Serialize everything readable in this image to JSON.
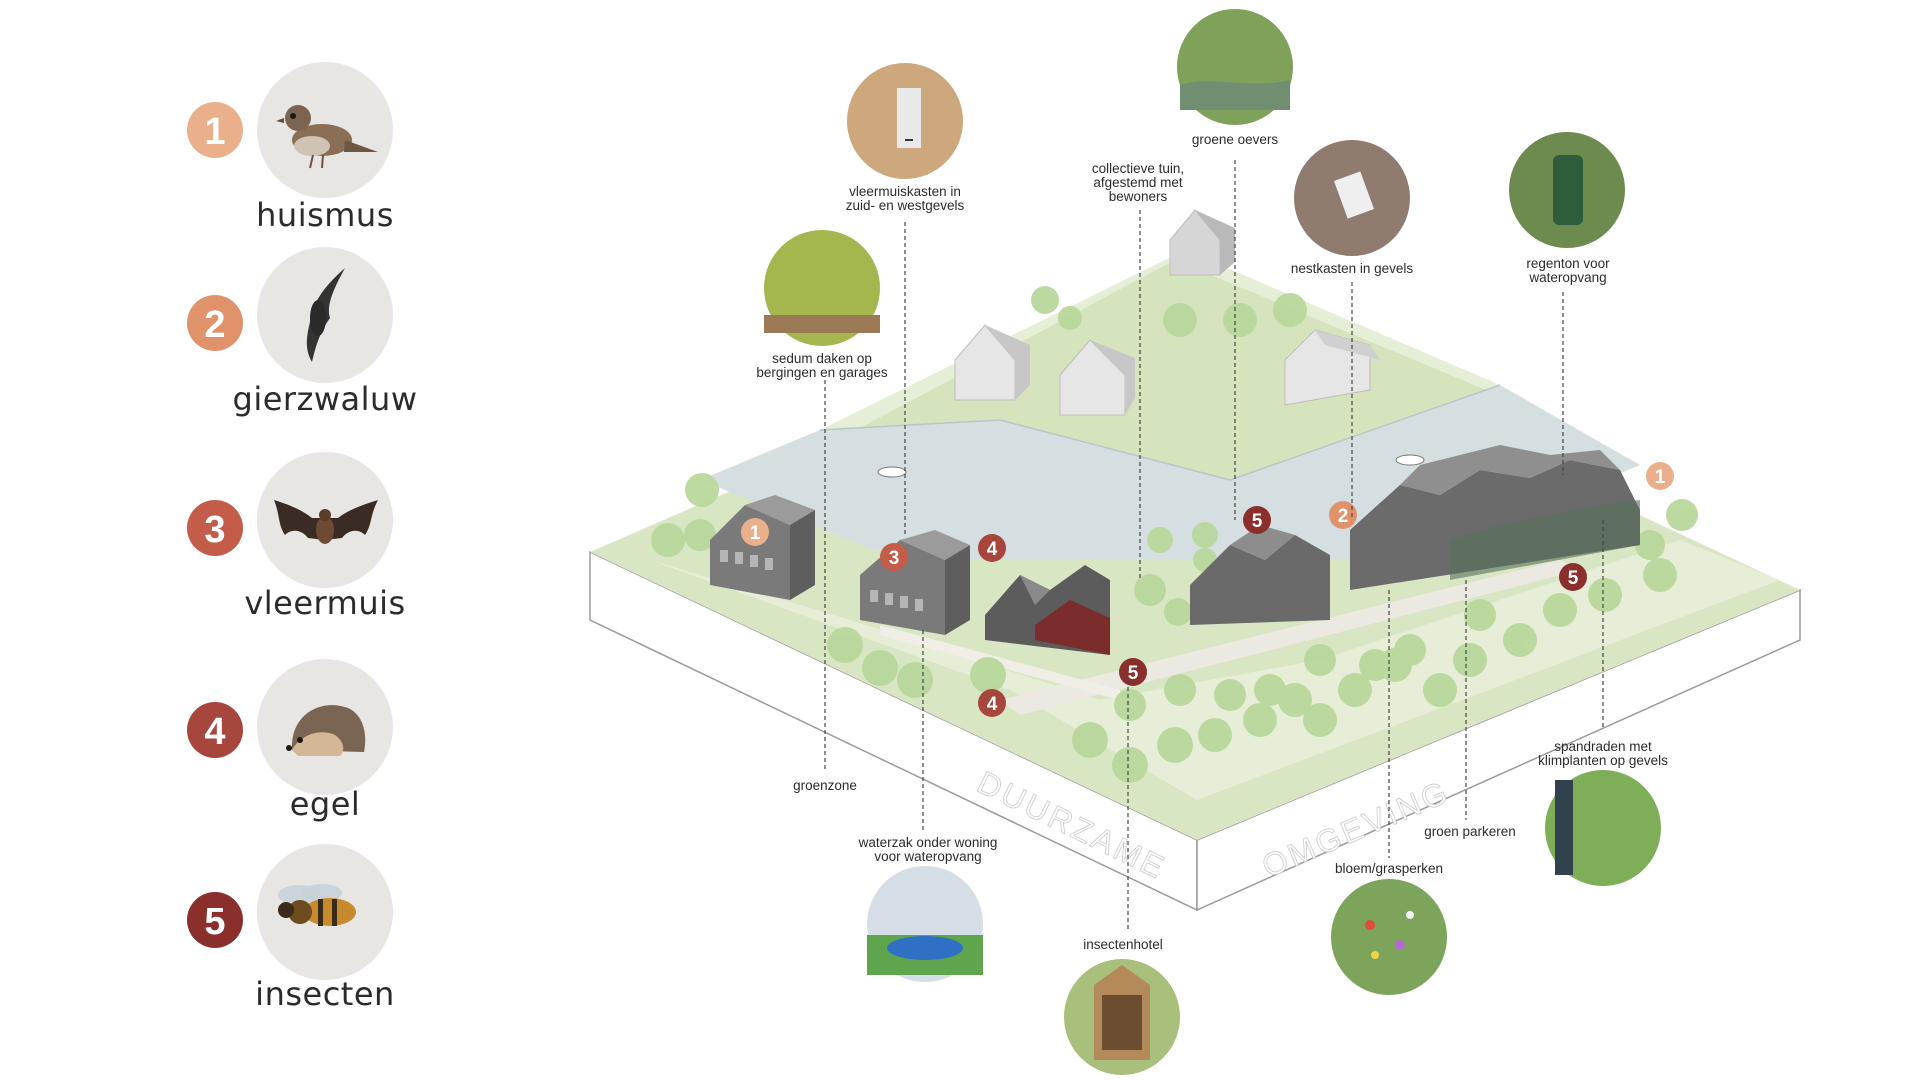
{
  "legend": [
    {
      "number": "1",
      "label": "huismus",
      "icon": "sparrow-icon",
      "color": "#eab08c"
    },
    {
      "number": "2",
      "label": "gierzwaluw",
      "icon": "swift-icon",
      "color": "#e0936b"
    },
    {
      "number": "3",
      "label": "vleermuis",
      "icon": "bat-icon",
      "color": "#c45c4a"
    },
    {
      "number": "4",
      "label": "egel",
      "icon": "hedgehog-icon",
      "color": "#a6463c"
    },
    {
      "number": "5",
      "label": "insecten",
      "icon": "bee-icon",
      "color": "#8b2f2d"
    }
  ],
  "callouts": {
    "vleermuiskasten": [
      "vleermuiskasten in",
      "zuid- en westgevels"
    ],
    "groene_oevers": [
      "groene oevers"
    ],
    "collectieve_tuin": [
      "collectieve tuin,",
      "afgestemd met",
      "bewoners"
    ],
    "nestkasten": [
      "nestkasten in gevels"
    ],
    "regenton": [
      "regenton voor",
      "wateropvang"
    ],
    "sedum": [
      "sedum daken op",
      "bergingen en garages"
    ],
    "groenzone": [
      "groenzone"
    ],
    "waterzak": [
      "waterzak onder woning",
      "voor wateropvang"
    ],
    "insectenhotel": [
      "insectenhotel"
    ],
    "bloem": [
      "bloem/grasperken"
    ],
    "groen_parkeren": [
      "groen parkeren"
    ],
    "spandraden": [
      "spandraden met",
      "klimplanten op gevels"
    ]
  },
  "ground_text": {
    "left": "DUURZAME",
    "right": "OMGEVING"
  },
  "colors": {
    "grass": "#d9e6c4",
    "grass_light": "#e7eed8",
    "water": "#d5dee0",
    "tree": "#b9d89c",
    "house": "#6f6f6f",
    "legend_circle": "#e8e6e3"
  }
}
